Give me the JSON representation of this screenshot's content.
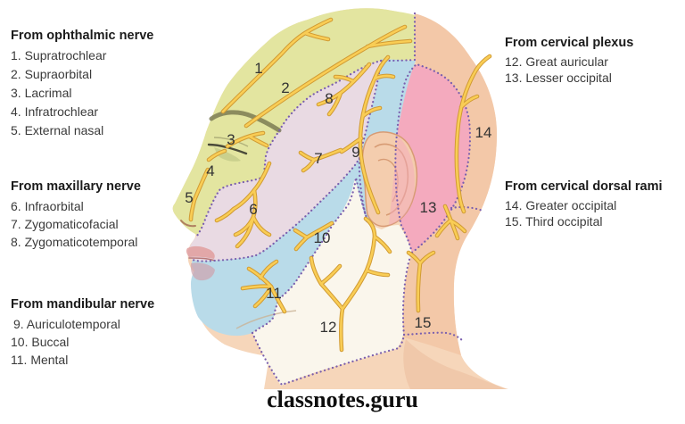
{
  "legend": {
    "groups": [
      {
        "title": "From ophthalmic nerve",
        "items": [
          "1. Supratrochlear",
          "2. Supraorbital",
          "3. Lacrimal",
          "4. Infratrochlear",
          "5. External nasal"
        ]
      },
      {
        "title": "From maxillary nerve",
        "items": [
          "6. Infraorbital",
          "7. Zygomaticofacial",
          "8. Zygomaticotemporal"
        ]
      },
      {
        "title": "From mandibular nerve",
        "items": [
          "9. Auriculotemporal",
          "10. Buccal",
          "11. Mental"
        ]
      },
      {
        "title": "From cervical plexus",
        "items": [
          "12. Great auricular",
          "13. Lesser occipital"
        ]
      },
      {
        "title": "From cervical dorsal rami",
        "items": [
          "14. Greater occipital",
          "15. Third occipital"
        ]
      }
    ]
  },
  "figure": {
    "labels": [
      "1",
      "2",
      "3",
      "4",
      "5",
      "6",
      "7",
      "8",
      "9",
      "10",
      "11",
      "12",
      "13",
      "14",
      "15"
    ]
  },
  "watermark": "classnotes.guru",
  "colors": {
    "ophthalmic": "#e3e5a0",
    "maxillary": "#e9dae3",
    "mandibular": "#b9dbe9",
    "lesser_occipital_pink": "#f4aabe",
    "great_auricular_cream": "#faf6ec",
    "dorsal_rami_salmon": "#f3c8a8",
    "skin": "#f6d6ba",
    "skin_shade": "#e9b896",
    "ear_skin": "#f4cdae",
    "ear_line": "#d79b74",
    "nerve": "#f9cd55",
    "nerve_outline": "#d09a33",
    "border_dots": "#7a5fae",
    "label_text": "#333333"
  }
}
